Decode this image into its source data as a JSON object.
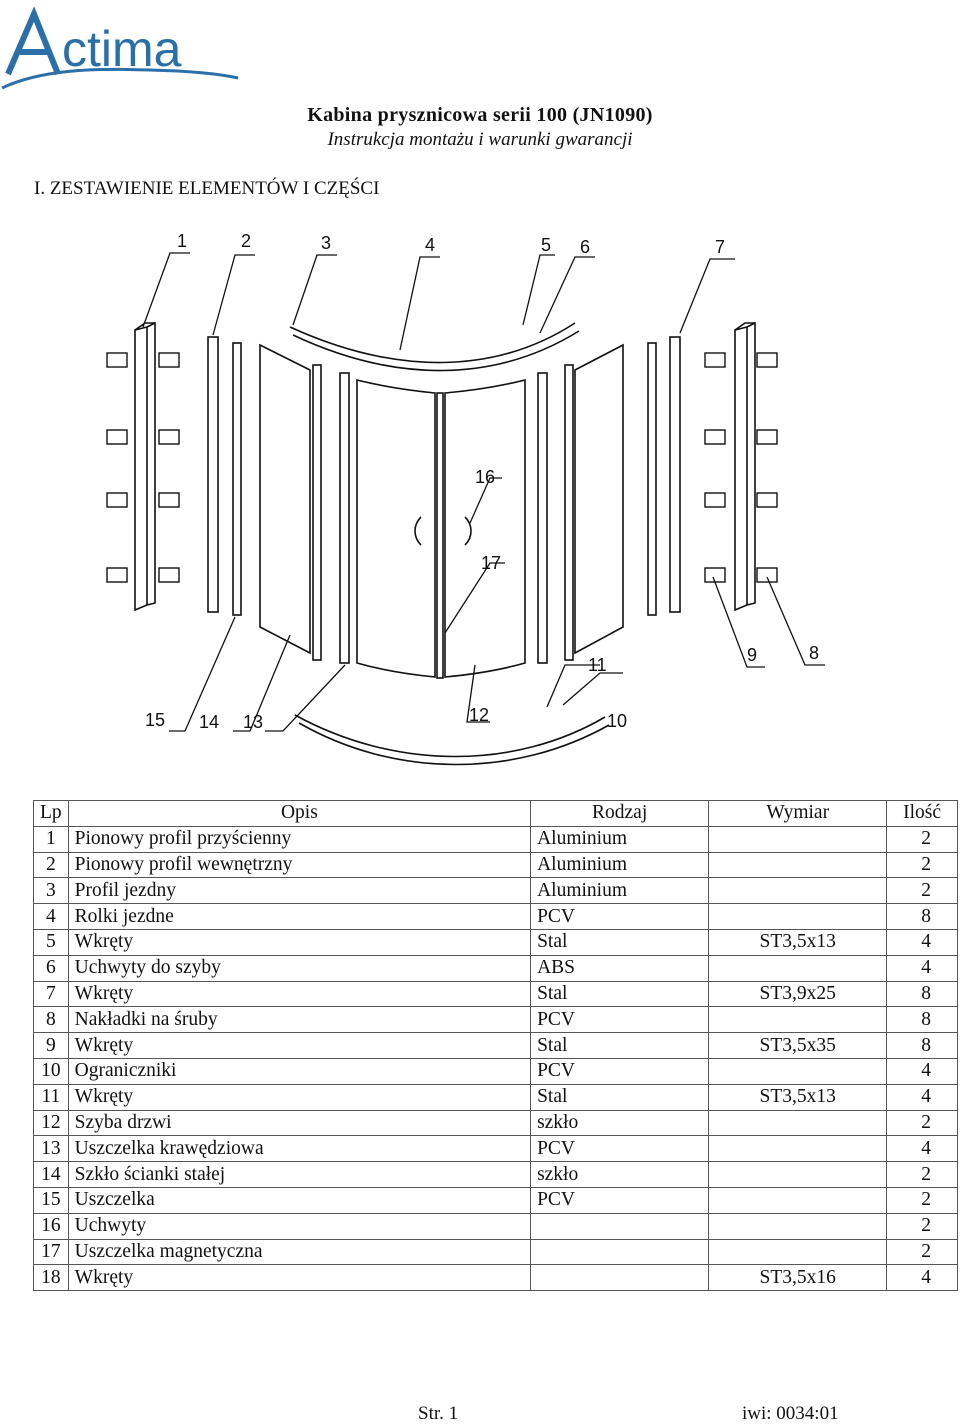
{
  "brand": "Actima",
  "colors": {
    "logo_blue": "#2a6fa8",
    "line": "#111111"
  },
  "header": {
    "title": "Kabina prysznicowa serii 100 (JN1090)",
    "subtitle": "Instrukcja montażu i warunki gwarancji"
  },
  "section_title": "I. ZESTAWIENIE ELEMENTÓW I CZĘŚCI",
  "diagram": {
    "callouts": [
      "1",
      "2",
      "3",
      "4",
      "5",
      "6",
      "7",
      "8",
      "9",
      "10",
      "11",
      "12",
      "13",
      "14",
      "15",
      "16",
      "17"
    ]
  },
  "table": {
    "headers": [
      "Lp",
      "Opis",
      "Rodzaj",
      "Wymiar",
      "Ilość"
    ],
    "rows": [
      [
        "1",
        "Pionowy profil przyścienny",
        "Aluminium",
        "",
        "2"
      ],
      [
        "2",
        "Pionowy profil wewnętrzny",
        "Aluminium",
        "",
        "2"
      ],
      [
        "3",
        "Profil jezdny",
        "Aluminium",
        "",
        "2"
      ],
      [
        "4",
        "Rolki jezdne",
        "PCV",
        "",
        "8"
      ],
      [
        "5",
        "Wkręty",
        "Stal",
        "ST3,5x13",
        "4"
      ],
      [
        "6",
        "Uchwyty do szyby",
        "ABS",
        "",
        "4"
      ],
      [
        "7",
        "Wkręty",
        "Stal",
        "ST3,9x25",
        "8"
      ],
      [
        "8",
        "Nakładki na śruby",
        "PCV",
        "",
        "8"
      ],
      [
        "9",
        "Wkręty",
        "Stal",
        "ST3,5x35",
        "8"
      ],
      [
        "10",
        "Ograniczniki",
        "PCV",
        "",
        "4"
      ],
      [
        "11",
        "Wkręty",
        "Stal",
        "ST3,5x13",
        "4"
      ],
      [
        "12",
        "Szyba drzwi",
        "szkło",
        "",
        "2"
      ],
      [
        "13",
        "Uszczelka krawędziowa",
        "PCV",
        "",
        "4"
      ],
      [
        "14",
        "Szkło ścianki stałej",
        "szkło",
        "",
        "2"
      ],
      [
        "15",
        "Uszczelka",
        "PCV",
        "",
        "2"
      ],
      [
        "16",
        "Uchwyty",
        "",
        "",
        "2"
      ],
      [
        "17",
        "Uszczelka magnetyczna",
        "",
        "",
        "2"
      ],
      [
        "18",
        "Wkręty",
        "",
        "ST3,5x16",
        "4"
      ]
    ]
  },
  "footer": {
    "page": "Str. 1",
    "code": "iwi: 0034:01"
  }
}
